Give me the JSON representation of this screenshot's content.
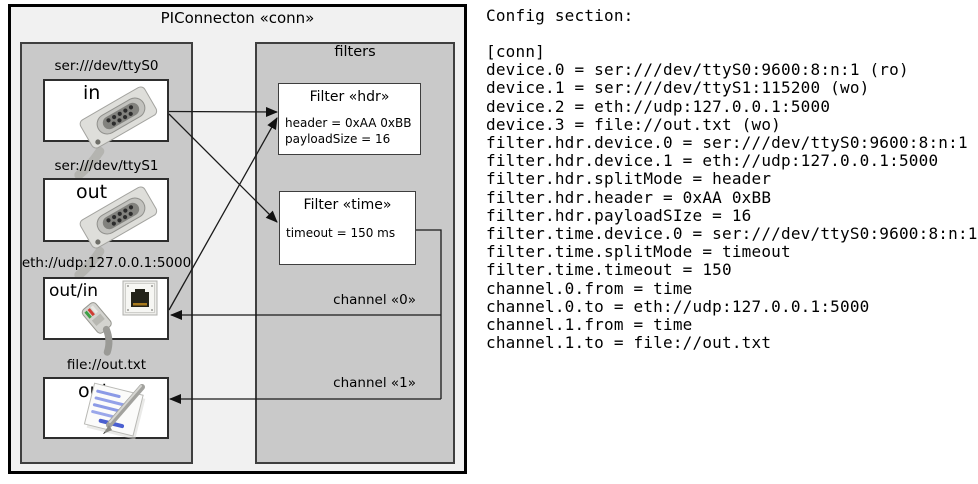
{
  "diagram": {
    "title": "PIConnecton «conn»",
    "filters_label": "filters",
    "devices": [
      {
        "label": "ser:///dev/ttyS0",
        "port": "in",
        "icon": "serial-connector"
      },
      {
        "label": "ser:///dev/ttyS1",
        "port": "out",
        "icon": "serial-connector"
      },
      {
        "label": "eth://udp:127.0.0.1:5000",
        "port": "out/in",
        "icon": "ethernet-connector"
      },
      {
        "label": "file://out.txt",
        "port": "out",
        "icon": "notepad-pencil"
      }
    ],
    "filters": [
      {
        "title": "Filter «hdr»",
        "attrs": [
          "header = 0xAA 0xBB",
          "payloadSize = 16"
        ]
      },
      {
        "title": "Filter «time»",
        "attrs": [
          "timeout = 150 ms"
        ]
      }
    ],
    "channels": [
      {
        "label": "channel «0»"
      },
      {
        "label": "channel «1»"
      }
    ]
  },
  "config": {
    "heading": "Config section:",
    "lines": [
      "[conn]",
      "device.0 = ser:///dev/ttyS0:9600:8:n:1 (ro)",
      "device.1 = ser:///dev/ttyS1:115200 (wo)",
      "device.2 = eth://udp:127.0.0.1:5000",
      "device.3 = file://out.txt (wo)",
      "filter.hdr.device.0 = ser:///dev/ttyS0:9600:8:n:1",
      "filter.hdr.device.1 = eth://udp:127.0.0.1:5000",
      "filter.hdr.splitMode = header",
      "filter.hdr.header = 0xAA 0xBB",
      "filter.hdr.payloadSIze = 16",
      "filter.time.device.0 = ser:///dev/ttyS0:9600:8:n:1",
      "filter.time.splitMode = timeout",
      "filter.time.timeout = 150",
      "channel.0.from = time",
      "channel.0.to = eth://udp:127.0.0.1:5000",
      "channel.1.from = time",
      "channel.1.to = file://out.txt"
    ]
  },
  "colors": {
    "canvas": "#f1f1f1",
    "panel": "#c9c9c9",
    "box": "#ffffff",
    "line": "#1a1a1a",
    "text": "#000000"
  }
}
